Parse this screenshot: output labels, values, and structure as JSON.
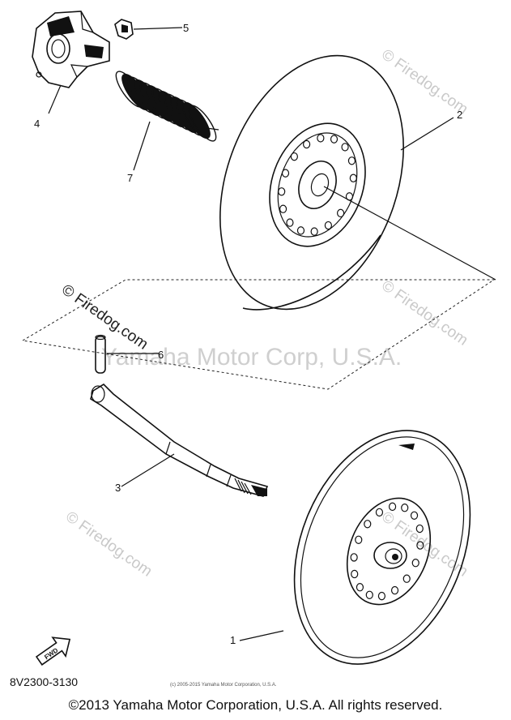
{
  "diagram": {
    "callouts": [
      {
        "id": "5",
        "label": "5"
      },
      {
        "id": "4",
        "label": "4"
      },
      {
        "id": "7",
        "label": "7"
      },
      {
        "id": "2",
        "label": "2"
      },
      {
        "id": "6",
        "label": "6"
      },
      {
        "id": "3",
        "label": "3"
      },
      {
        "id": "1",
        "label": "1"
      }
    ],
    "watermark": "© Firedog.com",
    "watermark_center": "Yamaha Motor Corp, U.S.A.",
    "fwd_label": "FWD",
    "part_code": "8V2300-3130",
    "small_copyright": "(c) 2005-2015 Yamaha Motor Corporation, U.S.A."
  },
  "footer": {
    "copyright": "©2013 Yamaha Motor Corporation, U.S.A. All rights reserved."
  }
}
